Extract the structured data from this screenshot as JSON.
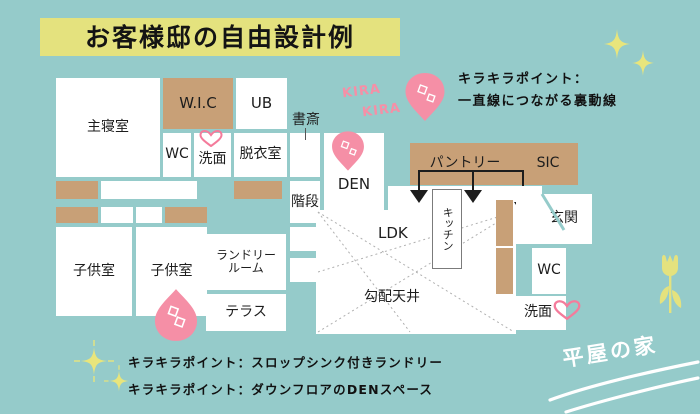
{
  "page": {
    "background_color": "#95cbca",
    "title_banner_color": "#e4e27e",
    "room_fill": "#ffffff",
    "closet_fill": "#c8a077",
    "accent_pink": "#f58fa6",
    "accent_yellow": "#e4e27e"
  },
  "header": {
    "title": "お客様邸の自由設計例"
  },
  "floorplan": {
    "rooms": [
      {
        "id": "main-bedroom",
        "label": "主寝室",
        "type": "room"
      },
      {
        "id": "wic",
        "label": "W.I.C",
        "type": "closet"
      },
      {
        "id": "ub",
        "label": "UB",
        "type": "room"
      },
      {
        "id": "wc-north",
        "label": "WC",
        "type": "room"
      },
      {
        "id": "washstand-n",
        "label": "洗面",
        "type": "room"
      },
      {
        "id": "datsuishitsu",
        "label": "脱衣室",
        "type": "room"
      },
      {
        "id": "study",
        "label": "書斎",
        "type": "room"
      },
      {
        "id": "stairs",
        "label": "階段",
        "type": "room"
      },
      {
        "id": "den",
        "label": "DEN",
        "type": "room"
      },
      {
        "id": "pantry",
        "label": "パントリー",
        "type": "closet"
      },
      {
        "id": "sic",
        "label": "SIC",
        "type": "closet"
      },
      {
        "id": "kitchen",
        "label": "キッチン",
        "type": "room"
      },
      {
        "id": "ldk",
        "label": "LDK",
        "type": "room"
      },
      {
        "id": "sloped-ceiling",
        "label": "勾配天井",
        "type": "room"
      },
      {
        "id": "entrance",
        "label": "玄関",
        "type": "room"
      },
      {
        "id": "wc-east",
        "label": "WC",
        "type": "room"
      },
      {
        "id": "washstand-e",
        "label": "洗面",
        "type": "room"
      },
      {
        "id": "kids-room-1",
        "label": "子供室",
        "type": "room"
      },
      {
        "id": "kids-room-2",
        "label": "子供室",
        "type": "room"
      },
      {
        "id": "laundry",
        "label": "ランドリー\nルーム",
        "type": "room"
      },
      {
        "id": "terrace",
        "label": "テラス",
        "type": "room"
      }
    ]
  },
  "annotations": {
    "kira_handwriting_1": "KIRA",
    "kira_handwriting_2": "KIRA",
    "point_top_line1": "キラキラポイント：",
    "point_top_line2": "一直線につながる裏動線",
    "point_bottom_1": "キラキラポイント：スロップシンク付きランドリー",
    "point_bottom_2": "キラキラポイント：ダウンフロアのDENスペース"
  },
  "logo": {
    "text": "平屋の家"
  },
  "icons": {
    "pin": "location-pin-icon",
    "heart": "heart-icon",
    "star": "sparkle-star-icon",
    "tulip": "tulip-icon",
    "arrow": "down-arrow-icon"
  }
}
